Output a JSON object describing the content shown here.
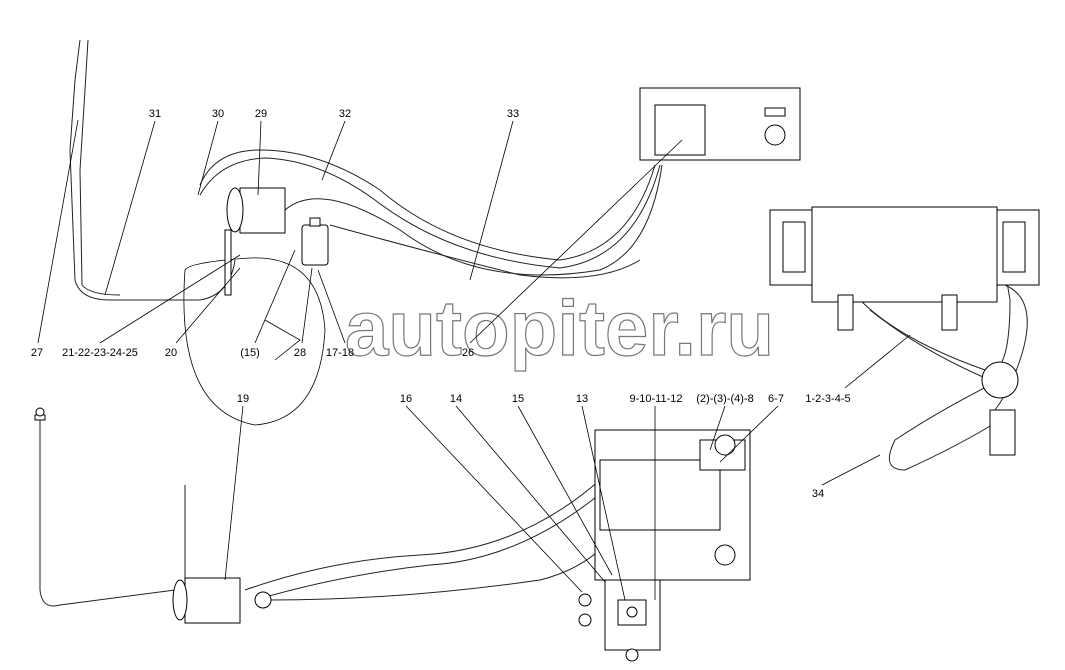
{
  "diagram": {
    "watermark": "autopiter.ru",
    "callouts": {
      "c31": "31",
      "c30": "30",
      "c29": "29",
      "c32": "32",
      "c33": "33",
      "c27": "27",
      "c21": "21-22-23-24-25",
      "c20": "20",
      "c15p": "(15)",
      "c28": "28",
      "c17": "17-18",
      "c26": "26",
      "c1": "1-2-3-4-5",
      "c34": "34",
      "c19": "19",
      "c16": "16",
      "c14": "14",
      "c15": "15",
      "c13": "13",
      "c9": "9-10-11-12",
      "c2": "(2)-(3)-(4)-8",
      "c6": "6-7"
    }
  }
}
